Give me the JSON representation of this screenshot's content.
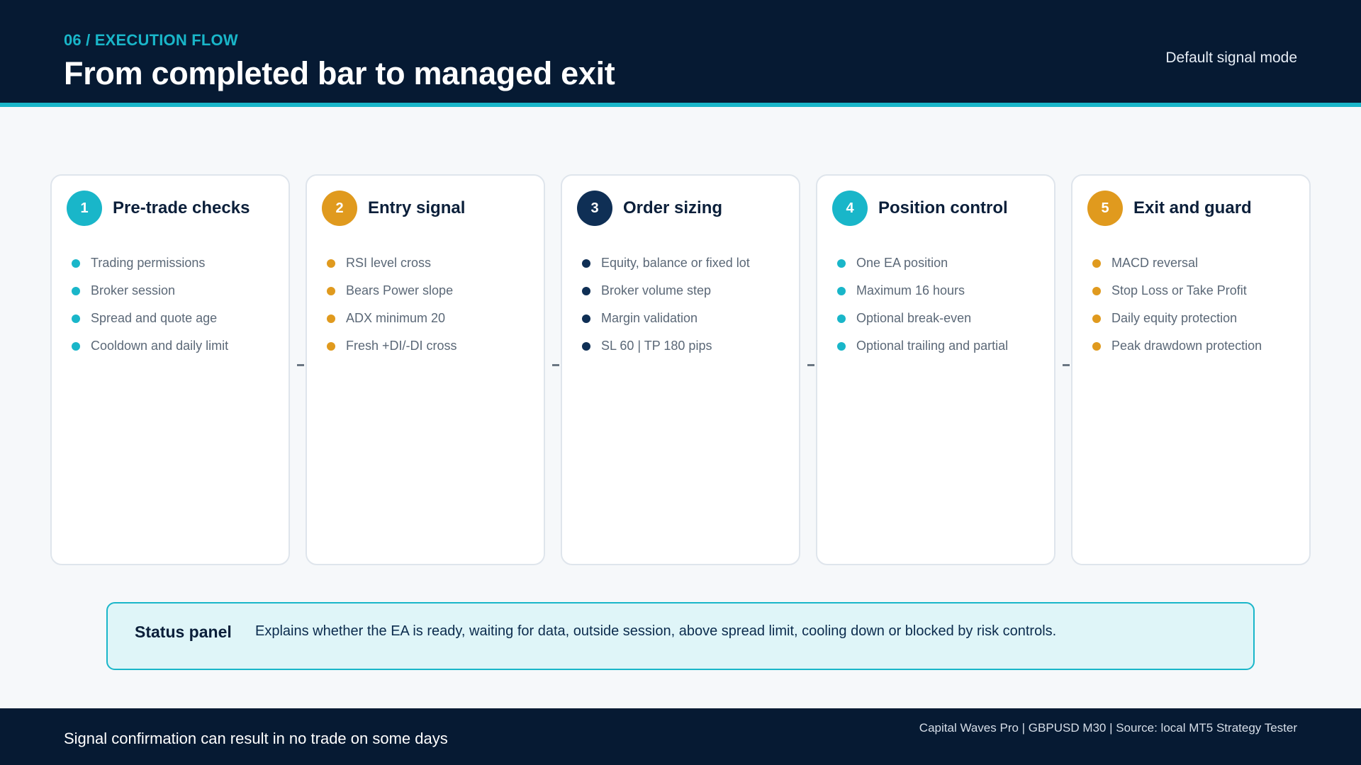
{
  "header": {
    "section_label": "06 / EXECUTION FLOW",
    "title": "From completed bar to managed exit",
    "mode": "Default signal mode"
  },
  "colors": {
    "navy": "#061a33",
    "teal": "#19b6c9",
    "gold": "#e09a1e",
    "dark_blue": "#0f2f55"
  },
  "steps": [
    {
      "number": "1",
      "title": "Pre-trade checks",
      "color": "#19b6c9",
      "items": [
        "Trading permissions",
        "Broker session",
        "Spread and quote age",
        "Cooldown and daily limit"
      ]
    },
    {
      "number": "2",
      "title": "Entry signal",
      "color": "#e09a1e",
      "items": [
        "RSI level cross",
        "Bears Power slope",
        "ADX minimum 20",
        "Fresh +DI/-DI cross"
      ]
    },
    {
      "number": "3",
      "title": "Order sizing",
      "color": "#0f2f55",
      "items": [
        "Equity, balance or fixed lot",
        "Broker volume step",
        "Margin validation",
        "SL 60 | TP 180 pips"
      ]
    },
    {
      "number": "4",
      "title": "Position control",
      "color": "#19b6c9",
      "items": [
        "One EA position",
        "Maximum 16 hours",
        "Optional break-even",
        "Optional trailing and partial"
      ]
    },
    {
      "number": "5",
      "title": "Exit and guard",
      "color": "#e09a1e",
      "items": [
        "MACD reversal",
        "Stop Loss or Take Profit",
        "Daily equity protection",
        "Peak drawdown protection"
      ]
    }
  ],
  "status_panel": {
    "title": "Status panel",
    "text": "Explains whether the EA is ready, waiting for data, outside session, above spread limit, cooling down or blocked by risk controls."
  },
  "footer": {
    "note": "Signal confirmation can result in no trade on some days",
    "source": "Capital Waves Pro | GBPUSD M30 | Source: local MT5 Strategy Tester"
  }
}
